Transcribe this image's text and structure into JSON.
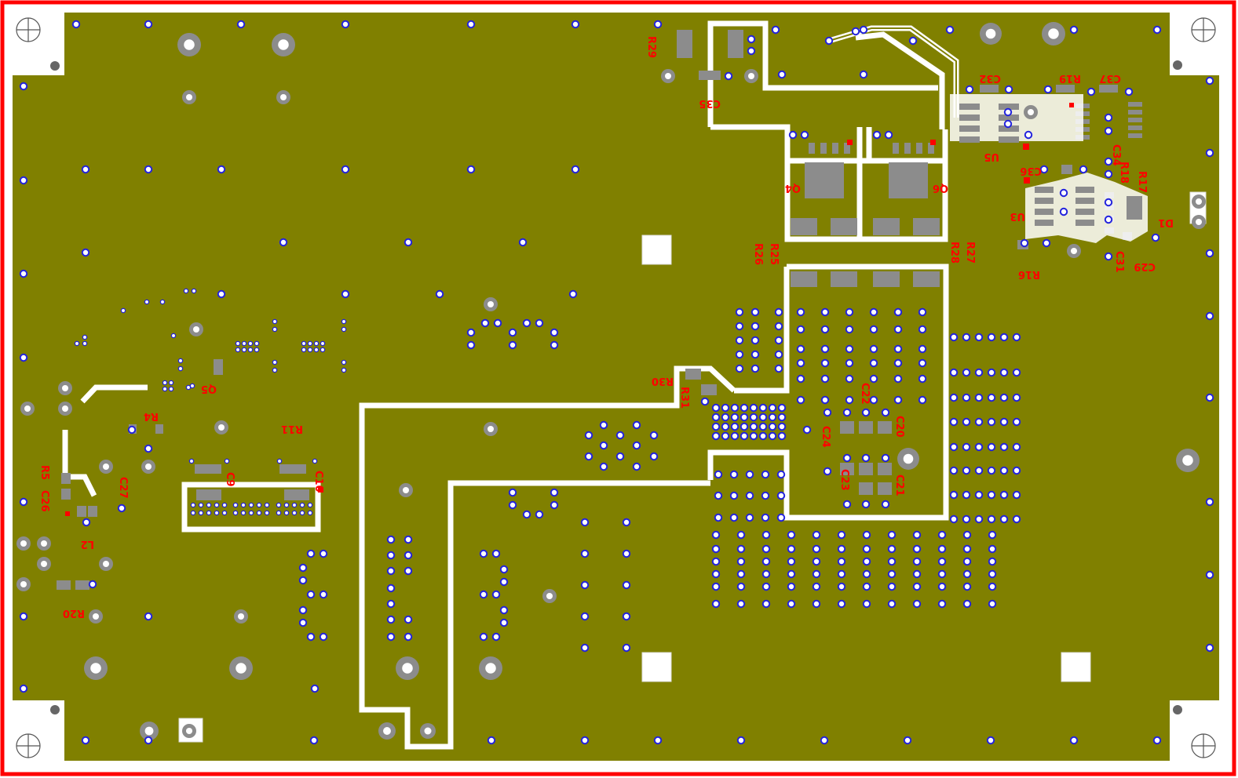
{
  "colors": {
    "frame": "#ff0000",
    "board": "#808000",
    "cutout": "#ffffff",
    "trace": "#ffffff",
    "pad": "#8c8c8c",
    "via_ring": "#2222dd",
    "label": "#ff0000"
  },
  "labels": {
    "r29": "R29",
    "c35": "C35",
    "c32": "C32",
    "r19": "R19",
    "c37": "C37",
    "u5": "U5",
    "c36": "C36",
    "c34": "C34",
    "r18": "R18",
    "r17": "R17",
    "u3": "U3",
    "d1": "D1",
    "r16": "R16",
    "c29": "C29",
    "c31": "C31",
    "q4": "Q4",
    "q6": "Q6",
    "r25": "R25",
    "r26": "R26",
    "r27": "R27",
    "r28": "R28",
    "r30": "R30",
    "r31": "R31",
    "c22": "C22",
    "c24": "C24",
    "c20": "C20",
    "c23": "C23",
    "c21": "C21",
    "q5": "Q5",
    "r4": "R4",
    "r11": "R11",
    "c9": "C9",
    "c10": "C10",
    "r5": "R5",
    "c26": "C26",
    "c27": "C27",
    "l2": "L2",
    "r20": "R20"
  }
}
